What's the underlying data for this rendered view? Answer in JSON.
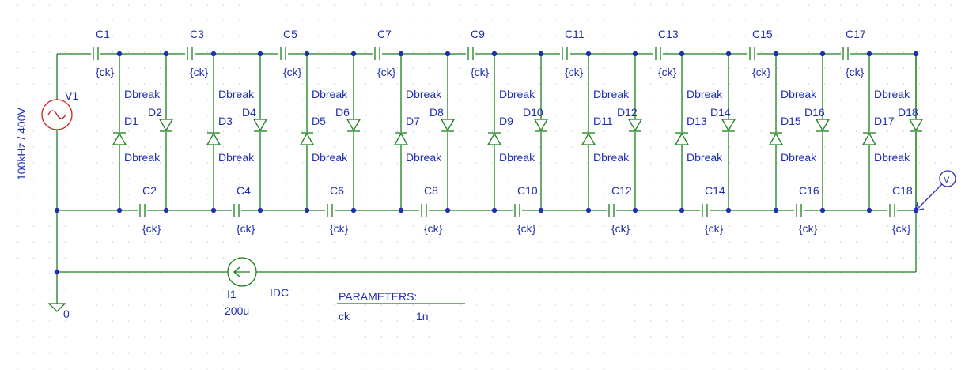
{
  "capacitor_value": "{ck}",
  "diode_model": "Dbreak",
  "upper_caps": [
    "C1",
    "C3",
    "C5",
    "C7",
    "C9",
    "C11",
    "C13",
    "C15",
    "C17"
  ],
  "lower_caps": [
    "C2",
    "C4",
    "C6",
    "C8",
    "C10",
    "C12",
    "C14",
    "C16",
    "C18"
  ],
  "odd_diodes": [
    "D1",
    "D3",
    "D5",
    "D7",
    "D9",
    "D11",
    "D13",
    "D15",
    "D17"
  ],
  "even_diodes": [
    "D2",
    "D4",
    "D6",
    "D8",
    "D10",
    "D12",
    "D14",
    "D16",
    "D18"
  ],
  "source": {
    "name": "V1",
    "value": "100kHz / 400V"
  },
  "current_source": {
    "name": "I1",
    "value": "200u",
    "type": "IDC"
  },
  "ground_label": "0",
  "probe_label": "V",
  "parameters": {
    "title": "PARAMETERS:",
    "name": "ck",
    "value": "1n"
  },
  "colors": {
    "wire": "#1a7f1a",
    "label": "#1f2fb0",
    "source": "#c8201d",
    "probe": "#2a2ab8",
    "grid": "#b8b8b8"
  }
}
